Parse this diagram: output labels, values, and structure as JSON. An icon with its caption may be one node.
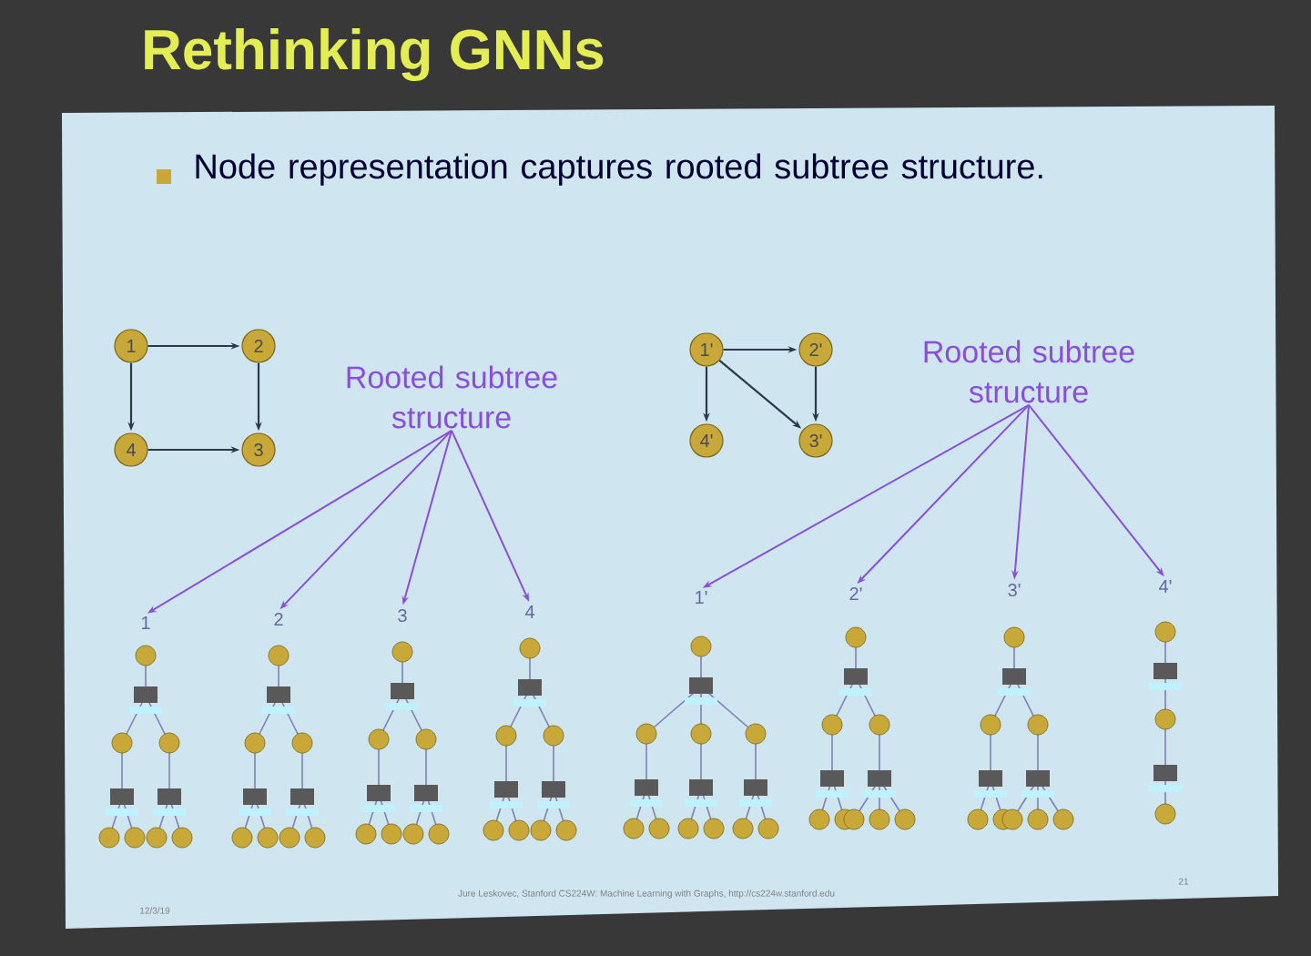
{
  "diagram": {
    "title": "Rethinking GNNs",
    "nodes": [
      {
        "text": [
          "1"
        ]
      },
      {
        "text": [
          "2"
        ]
      },
      {
        "text": [
          "Rooted subtree structure"
        ]
      },
      {
        "text": [
          "1'"
        ]
      },
      {
        "text": [
          "2'"
        ]
      },
      {
        "text": [
          "Rooted subtree structure"
        ]
      },
      {
        "text": [
          "4"
        ]
      },
      {
        "text": [
          "3"
        ]
      },
      {
        "text": [
          "4'"
        ]
      },
      {
        "text": [
          "3'"
        ]
      },
      {
        "text": [
          "1"
        ]
      },
      {
        "text": [
          "2"
        ]
      },
      {
        "text": [
          "3"
        ]
      },
      {
        "text": [
          "4"
        ]
      },
      {
        "text": [
          "1'"
        ]
      },
      {
        "text": [
          "2'"
        ]
      },
      {
        "text": [
          "3'"
        ]
      },
      {
        "text": [
          "4'"
        ]
      }
    ],
    "edges": [
      {
        "from": 0,
        "to": 1,
        "arrow": "to"
      },
      {
        "from": 1,
        "to": 7,
        "arrow": "to"
      },
      {
        "from": 0,
        "to": 6,
        "arrow": "to"
      },
      {
        "from": 6,
        "to": 7,
        "arrow": "to"
      },
      {
        "from": 3,
        "to": 4,
        "arrow": "to"
      },
      {
        "from": 3,
        "to": 8,
        "arrow": "to"
      },
      {
        "from": 3,
        "to": 9,
        "arrow": "to"
      },
      {
        "from": 4,
        "to": 9,
        "arrow": "to"
      },
      {
        "from": 2,
        "to": 10,
        "arrow": "to",
        "color": "#8a4fd8"
      },
      {
        "from": 2,
        "to": 11,
        "arrow": "to",
        "color": "#8a4fd8"
      },
      {
        "from": 2,
        "to": 12,
        "arrow": "to",
        "color": "#8a4fd8"
      },
      {
        "from": 2,
        "to": 13,
        "arrow": "to",
        "color": "#8a4fd8"
      },
      {
        "from": 5,
        "to": 14,
        "arrow": "to",
        "color": "#8a4fd8"
      },
      {
        "from": 5,
        "to": 15,
        "arrow": "to",
        "color": "#8a4fd8"
      },
      {
        "from": 5,
        "to": 16,
        "arrow": "to",
        "color": "#8a4fd8"
      },
      {
        "from": 5,
        "to": 17,
        "arrow": "to",
        "color": "#8a4fd8"
      }
    ],
    "labels": [
      "Node representation captures rooted subtree structure.",
      "21",
      "12/3/19",
      "Jure Leskovec, Stanford CS224W: Machine Learning with Graphs, http://cs224w.stanford.edu"
    ]
  }
}
